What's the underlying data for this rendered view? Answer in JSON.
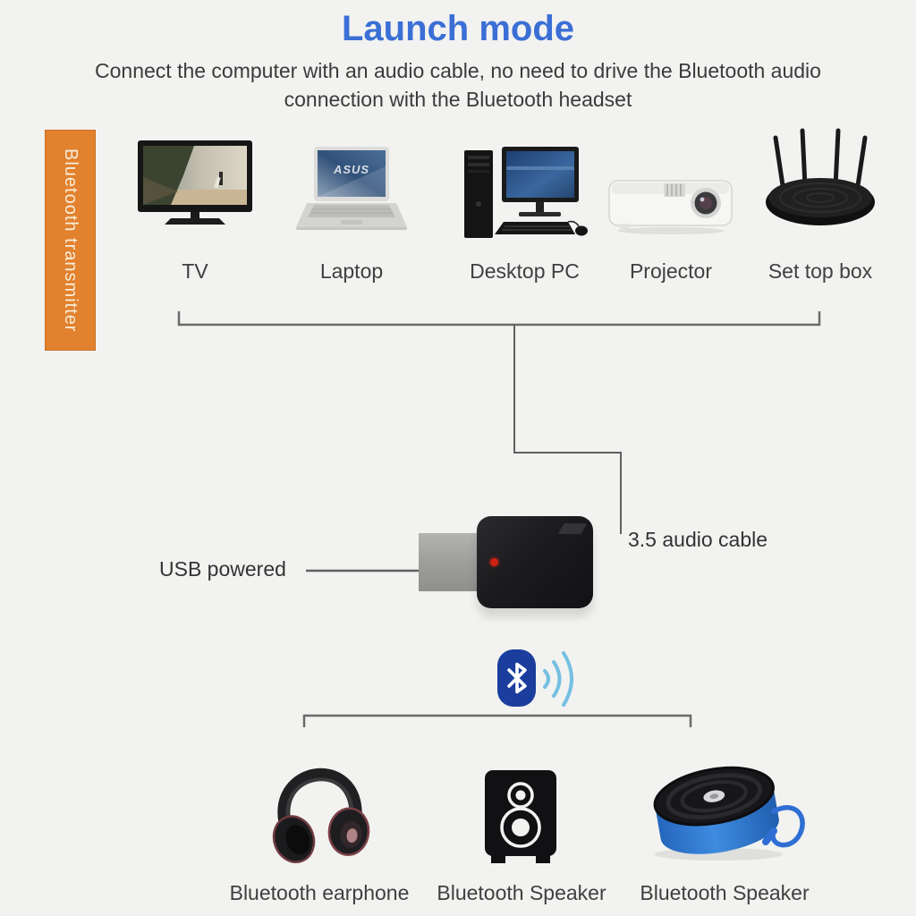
{
  "header": {
    "title": "Launch mode",
    "subtitle_line1": "Connect the computer with an audio cable, no need to drive the Bluetooth audio",
    "subtitle_line2": "connection with the Bluetooth headset"
  },
  "side_tag": {
    "label": "Bluetooth transmitter"
  },
  "sources": {
    "items": [
      {
        "label": "TV",
        "icon": "tv-icon"
      },
      {
        "label": "Laptop",
        "icon": "laptop-icon",
        "screen_brand": "ASUS"
      },
      {
        "label": "Desktop PC",
        "icon": "desktop-pc-icon"
      },
      {
        "label": "Projector",
        "icon": "projector-icon"
      },
      {
        "label": "Set top box",
        "icon": "router-icon"
      }
    ]
  },
  "adapter": {
    "usb_label": "USB powered",
    "cable_label": "3.5 audio cable",
    "led": "red-led-indicator"
  },
  "bluetooth": {
    "icon": "bluetooth-icon",
    "waves_icon": "signal-waves-icon"
  },
  "sinks": {
    "items": [
      {
        "label": "Bluetooth earphone",
        "icon": "headphones-icon"
      },
      {
        "label": "Bluetooth Speaker",
        "icon": "box-speaker-icon"
      },
      {
        "label": "Bluetooth Speaker",
        "icon": "round-speaker-icon"
      }
    ]
  },
  "colors": {
    "background": "#f2f2f0",
    "title_blue": "#3b6fd6",
    "tag_orange": "#e2812e",
    "bluetooth_badge_blue": "#1b3e9e",
    "wave_blue": "#74c0e2",
    "line_gray": "#6a6a6a",
    "text_dark": "#3a3a3a",
    "led_red": "#cc2211",
    "round_speaker_blue": "#2f7fd6"
  }
}
